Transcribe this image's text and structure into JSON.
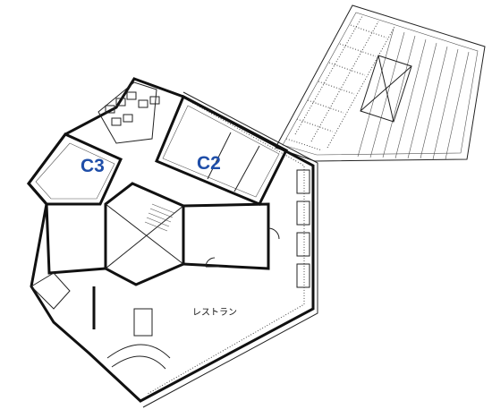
{
  "map": {
    "rooms": [
      {
        "id": "c2",
        "label": "C2"
      },
      {
        "id": "c3",
        "label": "C3"
      }
    ],
    "areas": [
      {
        "id": "restaurant",
        "label": "レストラン"
      }
    ],
    "colors": {
      "room_label": "#1f4ea8",
      "walls": "#111111",
      "background": "#ffffff"
    }
  }
}
